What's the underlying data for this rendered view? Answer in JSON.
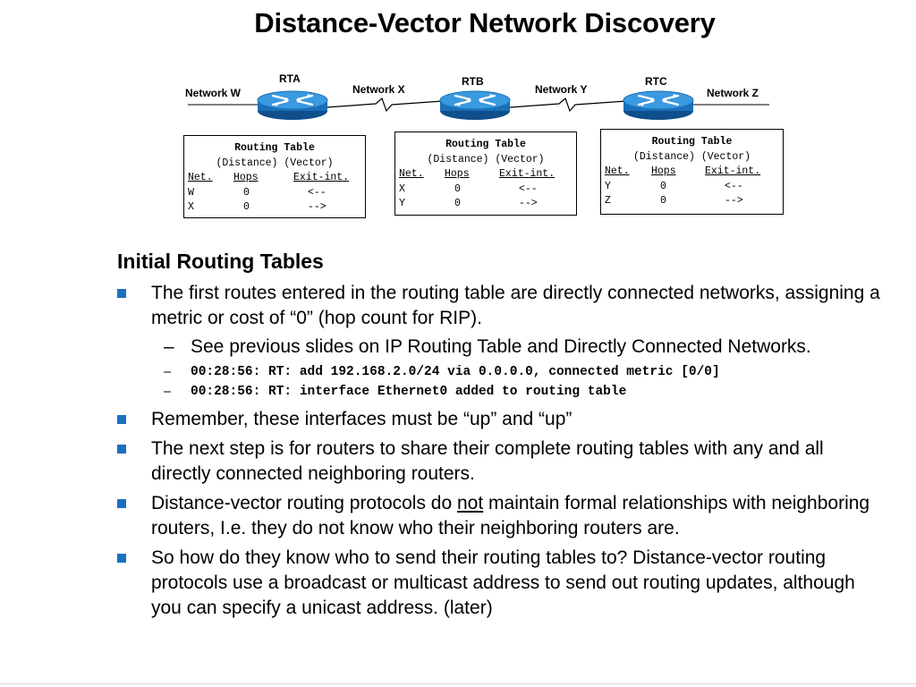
{
  "title": "Distance-Vector Network Discovery",
  "diagram": {
    "routers": [
      "RTA",
      "RTB",
      "RTC"
    ],
    "networks": [
      "Network W",
      "Network X",
      "Network Y",
      "Network Z"
    ],
    "tables": [
      {
        "title": "Routing Table",
        "subtitle": "(Distance) (Vector)",
        "headers": [
          "Net.",
          "Hops",
          "Exit-int."
        ],
        "rows": [
          [
            "W",
            "0",
            "<--"
          ],
          [
            "X",
            "0",
            "-->"
          ]
        ]
      },
      {
        "title": "Routing Table",
        "subtitle": "(Distance) (Vector)",
        "headers": [
          "Net.",
          "Hops",
          "Exit-int."
        ],
        "rows": [
          [
            "X",
            "0",
            "<--"
          ],
          [
            "Y",
            "0",
            "-->"
          ]
        ]
      },
      {
        "title": "Routing Table",
        "subtitle": "(Distance) (Vector)",
        "headers": [
          "Net.",
          "Hops",
          "Exit-int."
        ],
        "rows": [
          [
            "Y",
            "0",
            "<--"
          ],
          [
            "Z",
            "0",
            "-->"
          ]
        ]
      }
    ],
    "colors": {
      "router_top": "#2a8ad0",
      "router_body": "#1a6fb8",
      "router_side": "#0f4f8c"
    }
  },
  "content": {
    "heading": "Initial Routing Tables",
    "b1": "The first routes entered in the routing table are directly connected networks, assigning a metric or cost of “0”  (hop count for RIP).",
    "sub1": "See previous slides on IP Routing Table and Directly Connected Networks.",
    "code1": "00:28:56: RT: add 192.168.2.0/24 via 0.0.0.0, connected metric [0/0]",
    "code2": "00:28:56: RT: interface Ethernet0 added to routing table",
    "b2": "Remember, these interfaces must be “up” and “up”",
    "b3": "The next step is for routers to share their complete routing tables with any and all directly connected neighboring routers.",
    "b4_pre": "Distance-vector routing protocols do ",
    "b4_u": "not",
    "b4_post": " maintain formal relationships with neighboring routers, I.e. they do not know who their neighboring routers are.",
    "b5": "So how do they know who to send their routing tables to?  Distance-vector routing protocols use a broadcast or multicast address to send out routing updates, although you can specify a unicast address. (later)",
    "bullet_color": "#1a70c0",
    "dash": "–"
  }
}
